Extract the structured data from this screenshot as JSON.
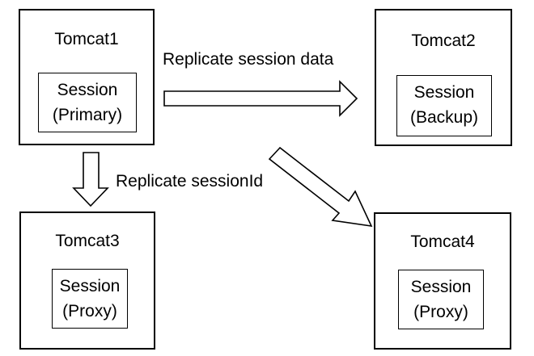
{
  "nodes": {
    "tomcat1": {
      "name": "Tomcat1",
      "session_line1": "Session",
      "session_line2": "(Primary)"
    },
    "tomcat2": {
      "name": "Tomcat2",
      "session_line1": "Session",
      "session_line2": "(Backup)"
    },
    "tomcat3": {
      "name": "Tomcat3",
      "session_line1": "Session",
      "session_line2": "(Proxy)"
    },
    "tomcat4": {
      "name": "Tomcat4",
      "session_line1": "Session",
      "session_line2": "(Proxy)"
    }
  },
  "edges": {
    "replicate_data": {
      "label": "Replicate session data",
      "from": "Tomcat1",
      "to": "Tomcat2"
    },
    "replicate_id": {
      "label": "Replicate sessionId",
      "from": "Tomcat1",
      "to": [
        "Tomcat3",
        "Tomcat4"
      ]
    }
  }
}
